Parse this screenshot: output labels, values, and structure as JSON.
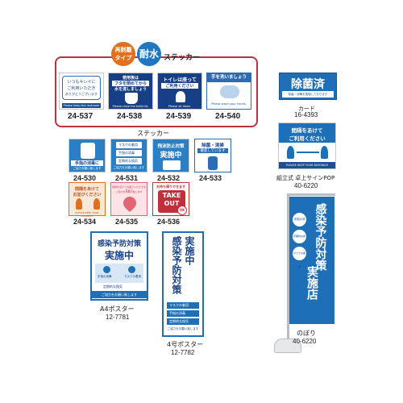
{
  "top_group": {
    "badge_removable": "再剥離",
    "badge_type": "タイプ",
    "badge_waterproof": "耐水",
    "title": "ステッカー",
    "items": [
      {
        "code": "24-537",
        "text1": "いつもキレイに",
        "text2": "ご利用いただき",
        "text3": "ありがとうございます",
        "footer": "Please keep the restroom clean."
      },
      {
        "code": "24-538",
        "text1": "使用後は",
        "text2": "フタを閉めてから",
        "text3": "水を流しましょう",
        "footer": "Please close the toilet lid."
      },
      {
        "code": "24-539",
        "text1": "トイレは座って",
        "text2": "ご利用ください",
        "footer": "Please sit down."
      },
      {
        "code": "24-540",
        "text1": "手を洗いましょう",
        "footer": "Please wash your hands."
      }
    ]
  },
  "mid_group": {
    "title": "ステッカー",
    "items": [
      {
        "code": "24-530",
        "text1": "手指の消毒に",
        "text2": "ご協力お願い致します"
      },
      {
        "code": "24-531",
        "text1": "マスクの着用",
        "text2": "手指の消毒",
        "text3": "定期的な換気",
        "text4": "ご協力をお願い致します"
      },
      {
        "code": "24-532",
        "text1": "飛沫防止対策",
        "text2": "実施中"
      },
      {
        "code": "24-533",
        "text1": "除菌・清掃",
        "text2": "徹底しています"
      },
      {
        "code": "24-534",
        "text1": "間隔をあけて",
        "text2": "お並びください",
        "footer": "PLEASE KEEP YOUR DISTANCE"
      },
      {
        "code": "24-535",
        "text1": "間隔を空けてお座りいただきますよう",
        "text2": "ご協力をお願い致します"
      },
      {
        "code": "24-536",
        "text1": "お持ち帰りできます",
        "text2": "TAKE",
        "text3": "OUT",
        "text4": "OK"
      }
    ]
  },
  "card": {
    "text": "除菌済",
    "sub": "除菌・消毒を実施しております",
    "label": "カード",
    "code": "16-4393"
  },
  "pop": {
    "text1": "間隔をあけて",
    "text2": "ご利用ください",
    "footer": "PLEASE KEEP YOUR DISTANCE",
    "label": "組立式 卓上サインPOP",
    "code": "40-6220"
  },
  "a4_poster": {
    "title": "感染予防対策",
    "sub": "実施中",
    "item1": "手指の消毒",
    "item2": "マスクの着用",
    "item3": "定期的な換気",
    "footer": "ご協力をお願い致します",
    "label": "A4ポスター",
    "code": "12-7781"
  },
  "poster4": {
    "title1": "感染予防",
    "title2": "対策",
    "title3": "実施中",
    "item1": "マスクの着用",
    "item2": "手指の消毒",
    "item3": "定期的な換気",
    "footer": "ご協力をお願い致します",
    "label": "4号ポスター",
    "code": "12-7782"
  },
  "banner": {
    "title1": "感染予防",
    "title2": "対策",
    "title3": "実施店",
    "item1": "手指の消毒",
    "item2": "定期的な換気",
    "item3": "マスクの着用",
    "label": "のぼり",
    "code": "40-6220"
  }
}
